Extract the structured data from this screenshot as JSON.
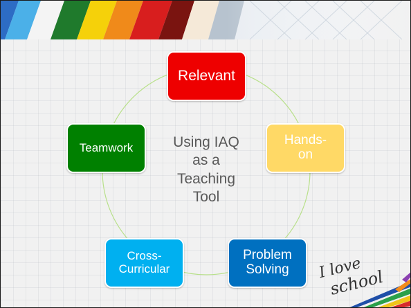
{
  "slide": {
    "center_title": "Using IAQ\nas a\nTeaching\nTool"
  },
  "nodes": [
    {
      "id": "relevant",
      "label": "Relevant",
      "color": "#ee0000"
    },
    {
      "id": "hands-on",
      "label": "Hands-\non",
      "color": "#ffd966"
    },
    {
      "id": "problem-solving",
      "label": "Problem\nSolving",
      "color": "#0070c0"
    },
    {
      "id": "cross-curricular",
      "label": "Cross-\nCurricular",
      "color": "#00b0f0"
    },
    {
      "id": "teamwork",
      "label": "Teamwork",
      "color": "#008000"
    }
  ],
  "decoration": {
    "handwriting_line1": "I love",
    "handwriting_line2": "school"
  },
  "colors": {
    "cycle_line": "#b8e08a",
    "hands_on_text": "#ffffff"
  }
}
